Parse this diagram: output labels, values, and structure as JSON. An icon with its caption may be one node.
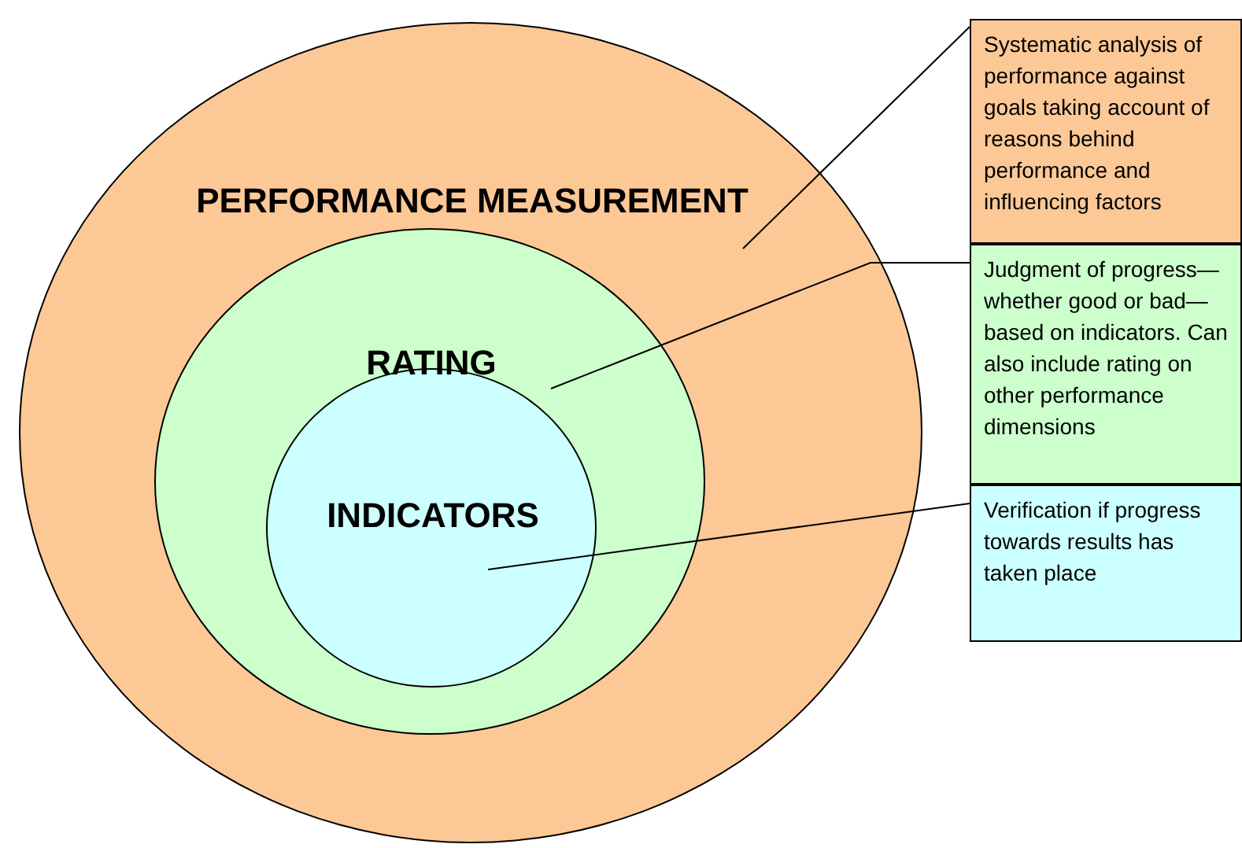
{
  "diagram": {
    "nodes": [
      {
        "text": [
          "PERFORMANCE MEASUREMENT"
        ]
      },
      {
        "text": [
          "RATING"
        ],
        "in": 0
      },
      {
        "text": [
          "INDICATORS"
        ],
        "in": 1
      },
      {
        "text": [
          "Systematic analysis of performance against goals taking account of reasons behind performance and influencing factors"
        ]
      },
      {
        "text": [
          "Judgment of progress—whether good or bad—based on indicators. Can also include rating on other performance dimensions"
        ]
      },
      {
        "text": [
          "Verification if progress towards results has taken place"
        ]
      }
    ],
    "edges": [
      {
        "from": 3,
        "to": 0,
        "arrow": "none"
      },
      {
        "from": 4,
        "to": 1,
        "arrow": "none"
      },
      {
        "from": 5,
        "to": 2,
        "arrow": "none"
      }
    ]
  }
}
